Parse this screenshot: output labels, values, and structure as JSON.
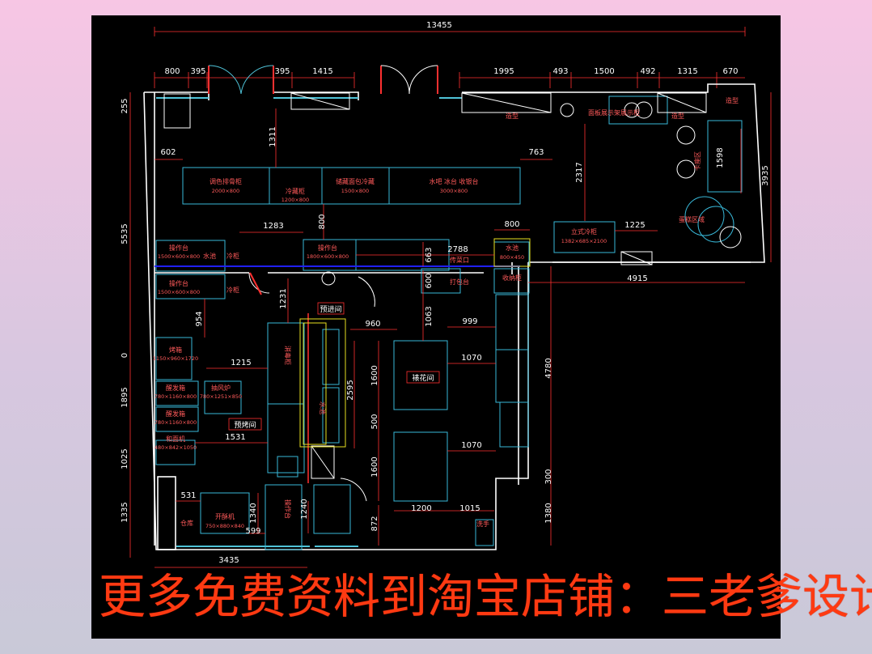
{
  "dims": {
    "top_total": "13455",
    "top": [
      "800",
      "395",
      "395",
      "1415",
      "1995",
      "493",
      "1500",
      "492",
      "1315",
      "670"
    ],
    "left": [
      "255",
      "5535",
      "0",
      "1895",
      "1025",
      "1335"
    ],
    "right": [
      "3935",
      "4780",
      "300",
      "1380"
    ],
    "inner": [
      "1311",
      "602",
      "763",
      "2317",
      "1598",
      "1283",
      "800",
      "800",
      "1225",
      "2788",
      "663",
      "600",
      "4915",
      "954",
      "1231",
      "1063",
      "960",
      "999",
      "1215",
      "2595",
      "1600",
      "1070",
      "500",
      "1600",
      "1070",
      "1531",
      "531",
      "1340",
      "1240",
      "599",
      "872",
      "1200",
      "1015",
      "3435"
    ]
  },
  "labels": {
    "lbl_a": "调色排骨柜",
    "lbl_a_s": "2000×800",
    "lbl_b": "冷藏柜",
    "lbl_b_s": "1200×800",
    "lbl_c": "储藏面包冷藏",
    "lbl_c_s": "1500×800",
    "lbl_d": "水吧 冰台 收银台",
    "lbl_d_s": "3000×800",
    "lbl_e": "造型",
    "lbl_f": "面板展示架展示柜",
    "lbl_g": "造型",
    "lbl_h": "造型",
    "lbl_i": "卡座区",
    "lbl_j": "立式冷柜",
    "lbl_j_s": "1382×685×2100",
    "lbl_k": "蛋糕区域",
    "lbl_l": "操作台",
    "lbl_l_s": "1500×600×800",
    "lbl_m": "操作台",
    "lbl_m_s": "1500×600×800",
    "lbl_n": "操作台",
    "lbl_n_s": "1800×600×800",
    "lbl_o": "冷柜",
    "lbl_p": "冷柜",
    "lbl_q": "水池",
    "lbl_r": "水池",
    "lbl_r_s": "800×450",
    "lbl_s": "传菜口",
    "lbl_t": "打包台",
    "lbl_u": "收纳柜",
    "lbl_v": "烤箱",
    "lbl_v_s": "1150×960×1720",
    "lbl_w": "醒发箱",
    "lbl_w_s": "780×1160×800",
    "lbl_x": "抽风炉",
    "lbl_x_s": "780×1251×850",
    "lbl_y": "醒发箱",
    "lbl_y_s": "780×1160×800",
    "lbl_z": "和面机",
    "lbl_z_s": "480×842×1050",
    "lbl_aa": "仓库",
    "lbl_bb": "开酥机",
    "lbl_bb_s": "750×880×840",
    "lbl_cc": "消毒柜",
    "lbl_dd": "水池",
    "lbl_ee": "洗手",
    "lbl_ff": "操作台"
  },
  "rooms": {
    "r1": "预进间",
    "r2": "裱花间",
    "r3": "预烤间"
  },
  "banner": "更多免费资料到淘宝店铺：三老爹设计"
}
